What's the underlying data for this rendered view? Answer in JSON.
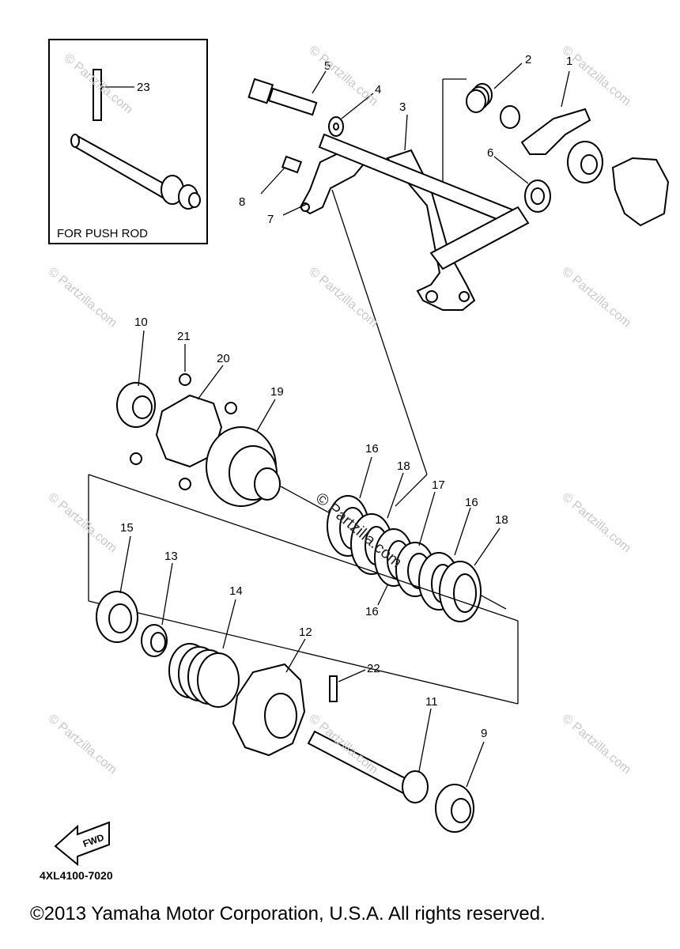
{
  "inset": {
    "label": "FOR PUSH ROD"
  },
  "callouts": {
    "c1": "1",
    "c2": "2",
    "c3": "3",
    "c4": "4",
    "c5": "5",
    "c6": "6",
    "c7": "7",
    "c8": "8",
    "c9": "9",
    "c10": "10",
    "c11": "11",
    "c12": "12",
    "c13": "13",
    "c14": "14",
    "c15": "15",
    "c16a": "16",
    "c16b": "16",
    "c16c": "16",
    "c17": "17",
    "c18a": "18",
    "c18b": "18",
    "c19": "19",
    "c20": "20",
    "c21": "21",
    "c22": "22",
    "c23": "23"
  },
  "fwd_arrow": {
    "label": "FWD"
  },
  "diagram_code": "4XL4100-7020",
  "copyright": "©2013 Yamaha Motor Corporation, U.S.A. All rights reserved.",
  "watermark": {
    "text": "© Partzilla.com",
    "center_text": "© Partzilla.com"
  }
}
